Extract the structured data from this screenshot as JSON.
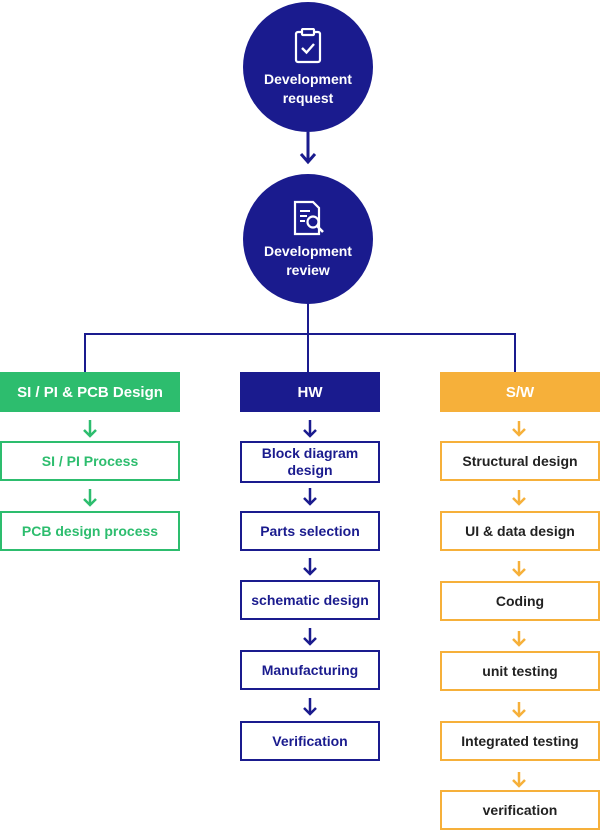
{
  "colors": {
    "navy": "#1a1b8e",
    "green": "#2dbd6e",
    "orange": "#f6b03a",
    "text_dark": "#222222"
  },
  "top": {
    "request": {
      "label": "Development request",
      "icon": "clipboard-check-icon"
    },
    "review": {
      "label": "Development review",
      "icon": "document-search-icon"
    }
  },
  "columns": {
    "sipi": {
      "header": "SI / PI & PCB Design",
      "steps": [
        "SI / PI Process",
        "PCB design process"
      ]
    },
    "hw": {
      "header": "HW",
      "steps": [
        "Block diagram design",
        "Parts selection",
        "schematic design",
        "Manufacturing",
        "Verification"
      ]
    },
    "sw": {
      "header": "S/W",
      "steps": [
        "Structural design",
        "UI & data design",
        "Coding",
        "unit testing",
        "Integrated testing",
        "verification"
      ]
    }
  }
}
